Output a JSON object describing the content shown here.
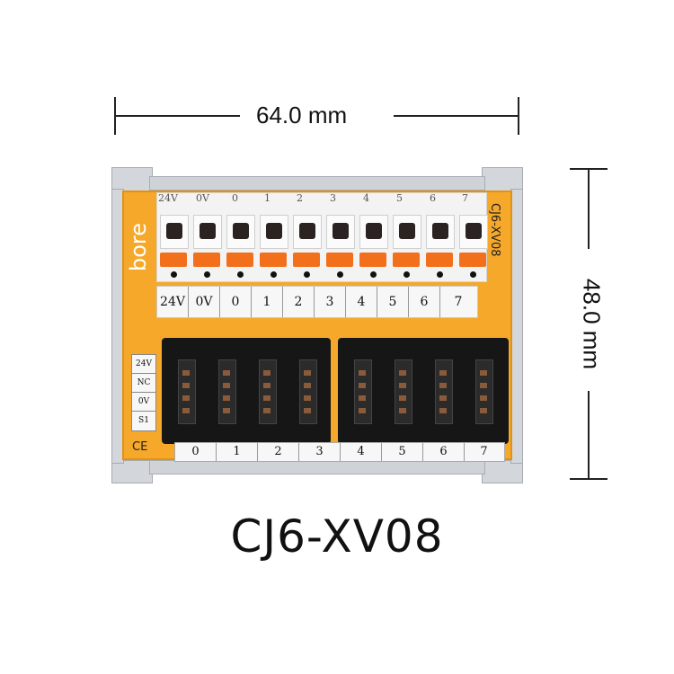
{
  "dimensions": {
    "width_label": "64.0 mm",
    "height_label": "48.0 mm"
  },
  "product": {
    "model_caption": "CJ6-XV08",
    "brand": "bore",
    "side_model": "CJ6-XV08",
    "ce_mark": "CE"
  },
  "terminal_labels_top": [
    "24V",
    "0V",
    "0",
    "1",
    "2",
    "3",
    "4",
    "5",
    "6",
    "7"
  ],
  "terminal_labels_strip": [
    "24V",
    "0V",
    "0",
    "1",
    "2",
    "3",
    "4",
    "5",
    "6",
    "7"
  ],
  "side_legend": [
    "24V",
    "NC",
    "0V",
    "S1"
  ],
  "connector_numbers": [
    "0",
    "1",
    "2",
    "3",
    "4",
    "5",
    "6",
    "7"
  ],
  "colors": {
    "pcb": "#f5a82a",
    "lever": "#f2701c",
    "connector": "#161616",
    "rail": "#d3d6db"
  }
}
